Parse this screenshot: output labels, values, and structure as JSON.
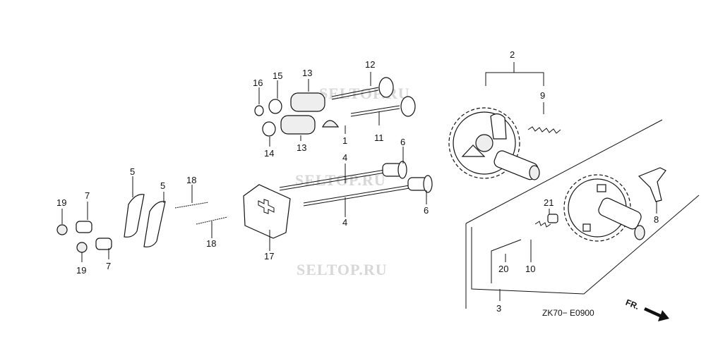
{
  "watermarks": [
    "SELTOP.RU",
    "SELTOP.RU",
    "SELTOP.RU"
  ],
  "diagram_code": "ZK70− E0900",
  "direction_label": "FR.",
  "callouts": {
    "c1": "1",
    "c2": "2",
    "c3": "3",
    "c4a": "4",
    "c4b": "4",
    "c5a": "5",
    "c5b": "5",
    "c6a": "6",
    "c6b": "6",
    "c7a": "7",
    "c7b": "7",
    "c8": "8",
    "c9": "9",
    "c10": "10",
    "c11": "11",
    "c12": "12",
    "c13a": "13",
    "c13b": "13",
    "c14": "14",
    "c15": "15",
    "c16": "16",
    "c17": "17",
    "c18a": "18",
    "c18b": "18",
    "c19a": "19",
    "c19b": "19",
    "c20": "20",
    "c21": "21"
  }
}
